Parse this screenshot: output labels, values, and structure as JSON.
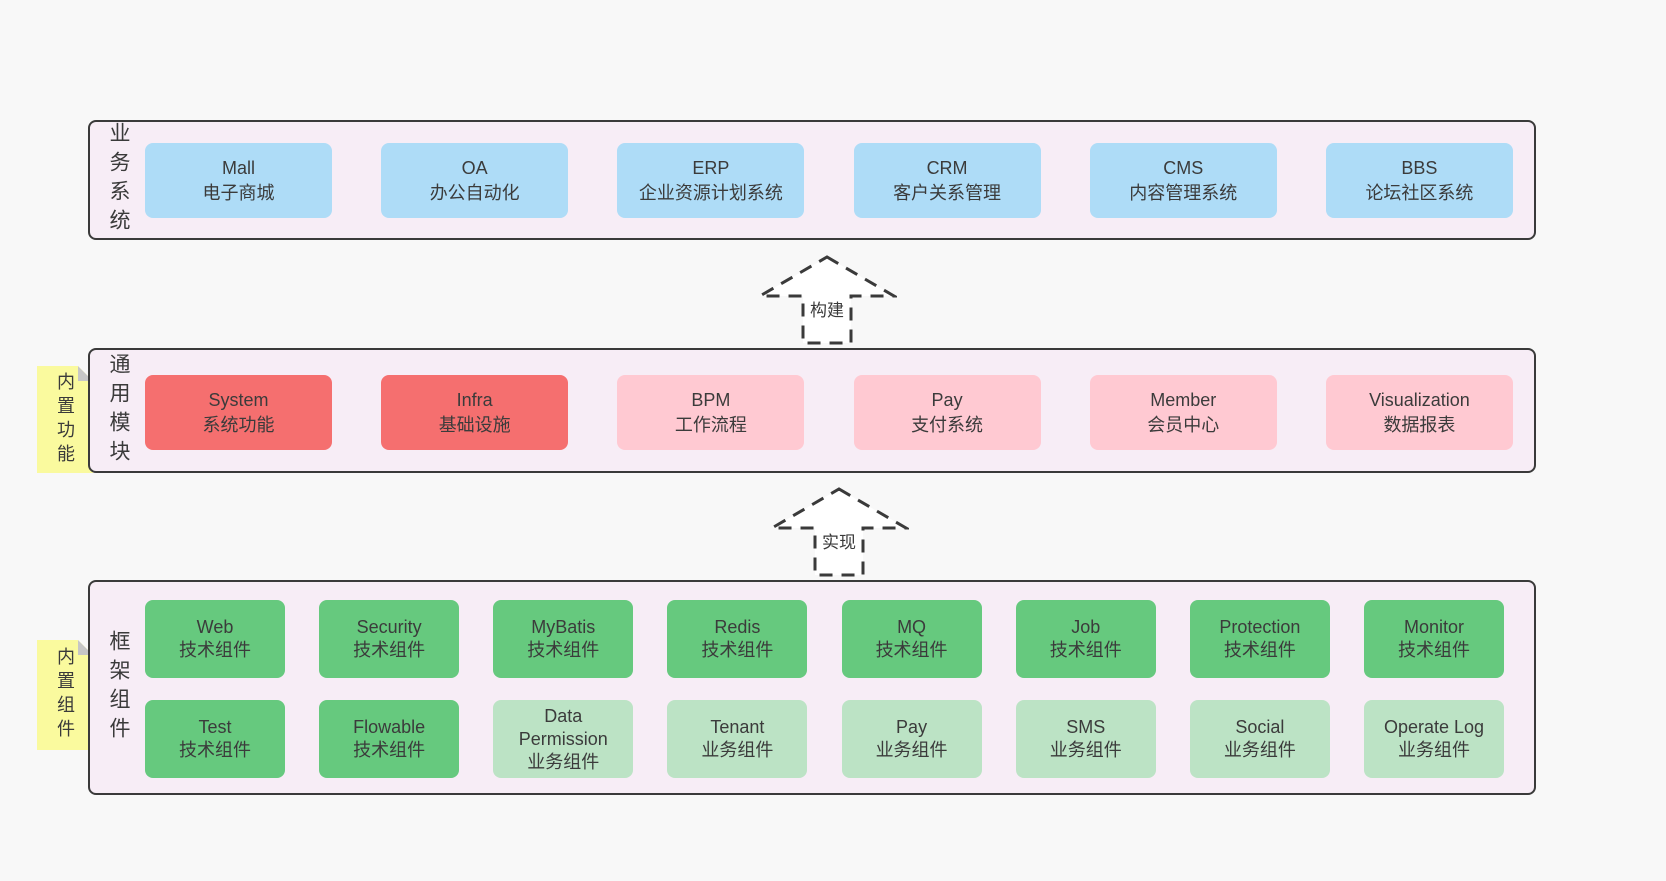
{
  "colors": {
    "page_bg": "#f8f8f8",
    "layer_bg": "#f7edf6",
    "layer_border": "#3a3a3a",
    "blue_box": "#aedcf7",
    "red_box": "#f56f6f",
    "pink_box": "#ffc9d2",
    "green_box": "#66c97e",
    "light_green_box": "#bce3c5",
    "note_yellow": "#fafa9e",
    "text": "#3b3b3b"
  },
  "arrows": {
    "build": "构建",
    "implement": "实现"
  },
  "layers": {
    "business": {
      "label": "业务系统",
      "boxes": [
        {
          "name": "Mall",
          "desc": "电子商城"
        },
        {
          "name": "OA",
          "desc": "办公自动化"
        },
        {
          "name": "ERP",
          "desc": "企业资源计划系统"
        },
        {
          "name": "CRM",
          "desc": "客户关系管理"
        },
        {
          "name": "CMS",
          "desc": "内容管理系统"
        },
        {
          "name": "BBS",
          "desc": "论坛社区系统"
        }
      ]
    },
    "modules": {
      "label": "通用模块",
      "note": "内置功能",
      "boxes": [
        {
          "name": "System",
          "desc": "系统功能"
        },
        {
          "name": "Infra",
          "desc": "基础设施"
        },
        {
          "name": "BPM",
          "desc": "工作流程"
        },
        {
          "name": "Pay",
          "desc": "支付系统"
        },
        {
          "name": "Member",
          "desc": "会员中心"
        },
        {
          "name": "Visualization",
          "desc": "数据报表"
        }
      ]
    },
    "components": {
      "label": "框架组件",
      "note": "内置组件",
      "row1": [
        {
          "name": "Web",
          "desc": "技术组件"
        },
        {
          "name": "Security",
          "desc": "技术组件"
        },
        {
          "name": "MyBatis",
          "desc": "技术组件"
        },
        {
          "name": "Redis",
          "desc": "技术组件"
        },
        {
          "name": "MQ",
          "desc": "技术组件"
        },
        {
          "name": "Job",
          "desc": "技术组件"
        },
        {
          "name": "Protection",
          "desc": "技术组件"
        },
        {
          "name": "Monitor",
          "desc": "技术组件"
        }
      ],
      "row2": [
        {
          "name": "Test",
          "desc": "技术组件"
        },
        {
          "name": "Flowable",
          "desc": "技术组件"
        },
        {
          "name": "Data Permission",
          "desc": "业务组件"
        },
        {
          "name": "Tenant",
          "desc": "业务组件"
        },
        {
          "name": "Pay",
          "desc": "业务组件"
        },
        {
          "name": "SMS",
          "desc": "业务组件"
        },
        {
          "name": "Social",
          "desc": "业务组件"
        },
        {
          "name": "Operate Log",
          "desc": "业务组件"
        }
      ]
    }
  }
}
